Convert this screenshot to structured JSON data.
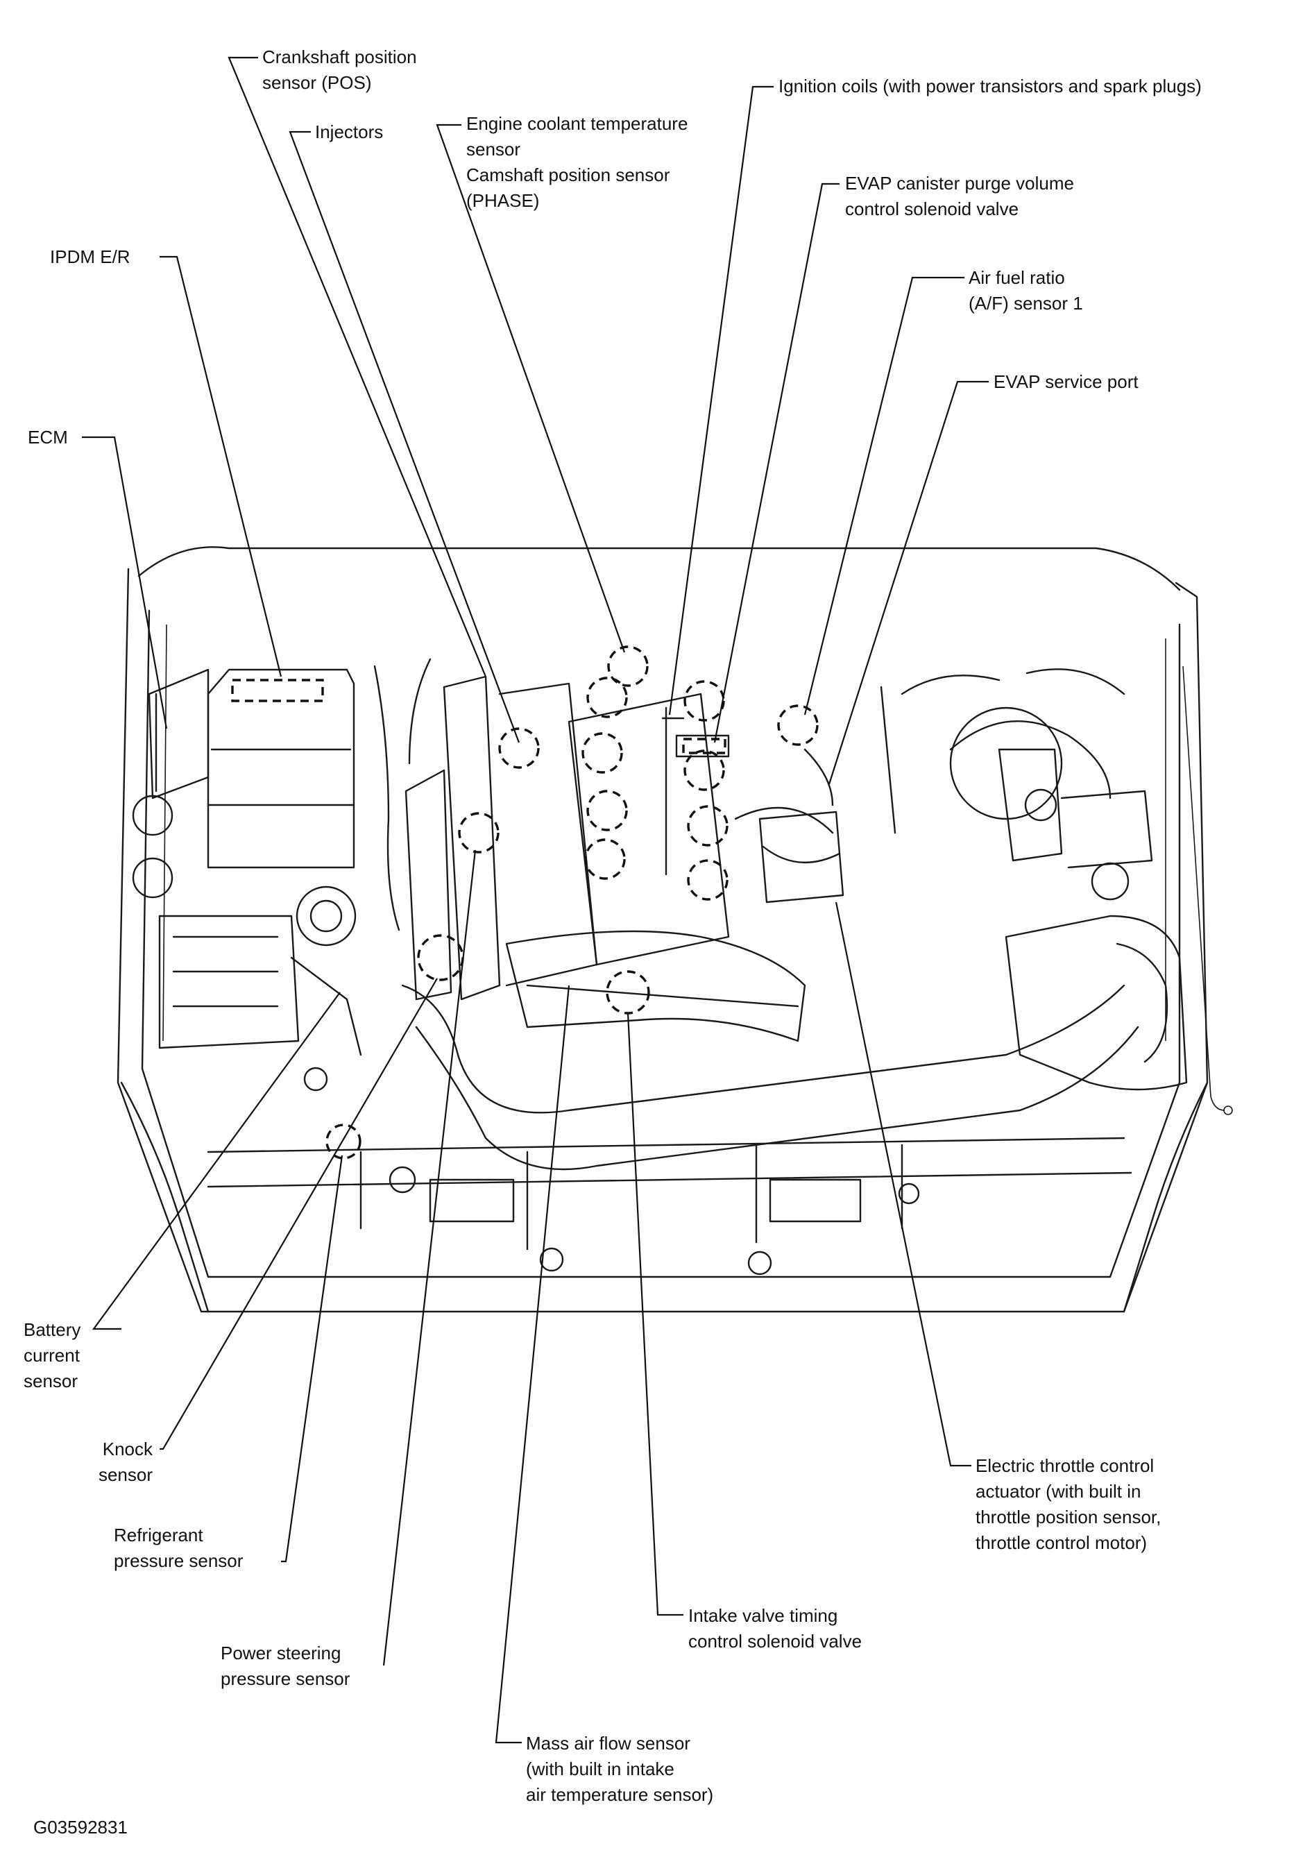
{
  "labels": {
    "crankshaft": [
      "Crankshaft position",
      "sensor (POS)"
    ],
    "injectors": [
      "Injectors"
    ],
    "coolant": [
      "Engine coolant temperature",
      "sensor",
      "Camshaft position sensor",
      "(PHASE)"
    ],
    "ignition": [
      "Ignition coils (with power transistors and spark plugs)"
    ],
    "evap_purge": [
      "EVAP canister purge volume",
      "control solenoid valve"
    ],
    "af_sensor": [
      "Air fuel ratio",
      "(A/F) sensor 1"
    ],
    "evap_port": [
      "EVAP service port"
    ],
    "ipdm": [
      "IPDM E/R"
    ],
    "ecm": [
      "ECM"
    ],
    "battery": [
      "Battery",
      "current",
      "sensor"
    ],
    "knock": [
      "Knock",
      "sensor"
    ],
    "refrigerant": [
      "Refrigerant",
      "pressure sensor"
    ],
    "power_steering": [
      "Power steering",
      "pressure sensor"
    ],
    "maf": [
      "Mass air flow sensor",
      "(with built in intake",
      "air temperature sensor)"
    ],
    "intake_valve": [
      "Intake valve timing",
      "control solenoid valve"
    ],
    "throttle": [
      "Electric throttle control",
      "actuator (with built in",
      "throttle position sensor,",
      "throttle control motor)"
    ]
  },
  "figure_id": "G03592831"
}
